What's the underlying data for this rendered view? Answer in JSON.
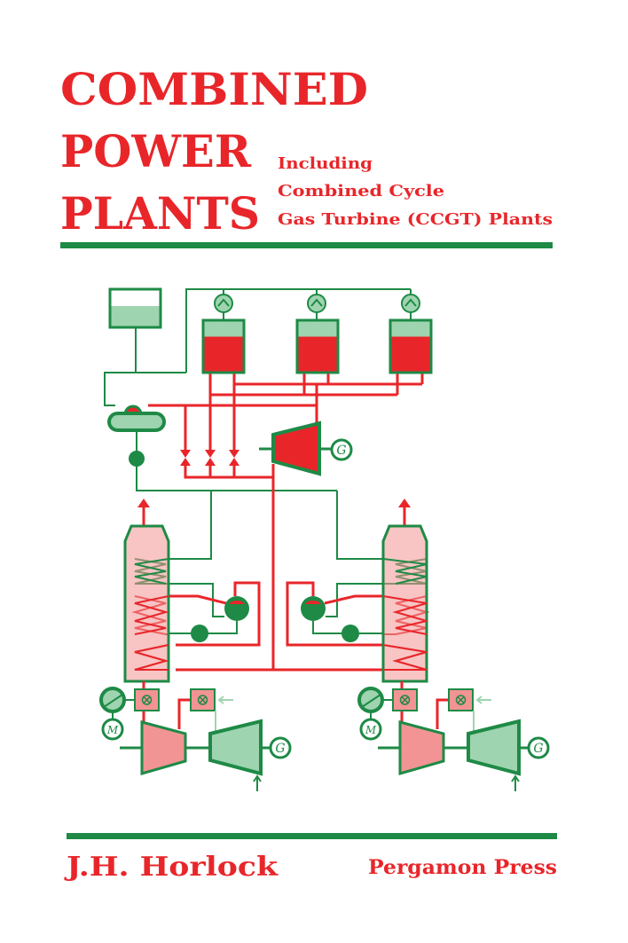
{
  "cover": {
    "title_lines": [
      "COMBINED",
      "POWER",
      "PLANTS"
    ],
    "subtitle_lines": [
      "Including",
      "Combined Cycle",
      "Gas Turbine (CCGT) Plants"
    ],
    "author": "J.H. Horlock",
    "publisher": "Pergamon Press"
  },
  "diagram": {
    "generator_label": "G",
    "motor_label": "M"
  },
  "colors": {
    "red": "#e8262a",
    "green": "#1e8a46",
    "light_green": "#9fd4b0",
    "pink": "#f29494"
  }
}
